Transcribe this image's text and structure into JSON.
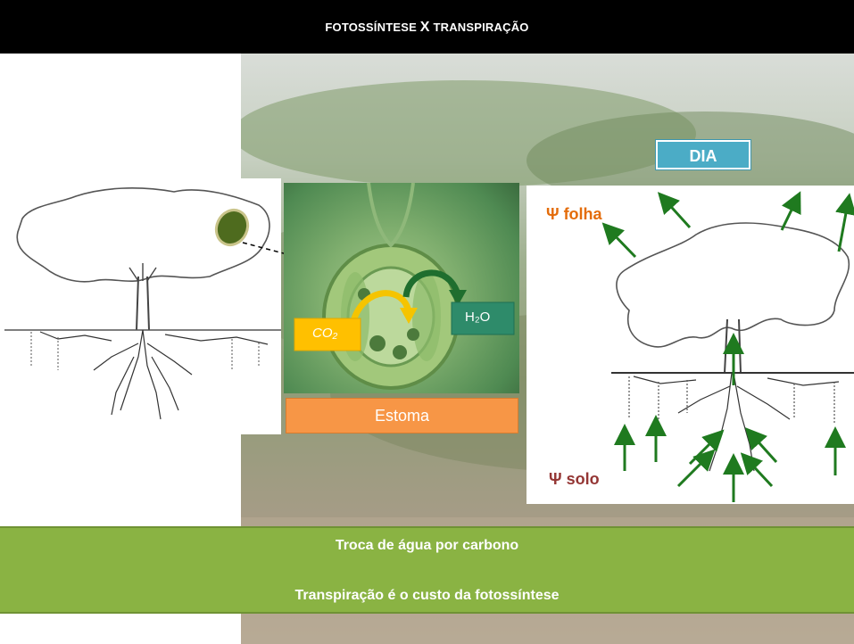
{
  "header": {
    "title_part1": "FOTOSSÍNTESE ",
    "title_x": "X",
    "title_part2": " TRANSPIRAÇÃO"
  },
  "labels": {
    "day": "DIA",
    "estoma": "Estoma",
    "co2": "CO₂",
    "h2o": "H₂O",
    "psi_folha": "Ψ folha",
    "psi_solo": "Ψ solo"
  },
  "banner": {
    "line1": "Troca de água por carbono",
    "line2": "Transpiração é o custo da fotossíntese"
  },
  "colors": {
    "title_bar": "#000000",
    "banner_green": "#8ab343",
    "estoma_orange": "#f79646",
    "day_blue": "#4bacc6",
    "psi_folha": "#e46c0a",
    "psi_solo": "#943634",
    "arrow_green": "#1f7a1f",
    "co2_box": "#ffc000",
    "h2o_box": "#2e8b6a"
  }
}
